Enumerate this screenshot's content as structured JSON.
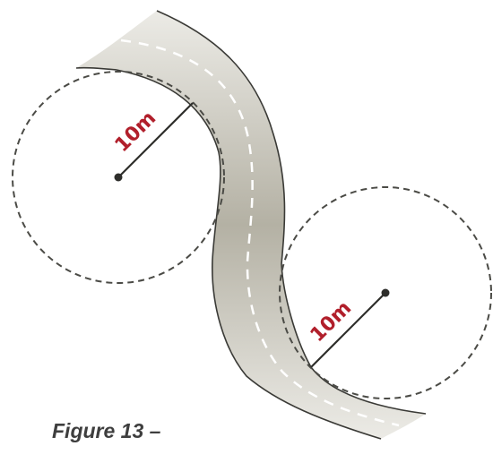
{
  "diagram": {
    "left_radius_label": "10m",
    "right_radius_label": "10m",
    "caption": "Figure 13 –"
  },
  "colors": {
    "road_light": "#ecebe6",
    "road_mid": "#d8d6cd",
    "road_dark": "#b4b1a4",
    "road_edge": "#3a3a36",
    "centre_line": "#ffffff",
    "circle_stroke": "#4b4b46",
    "radius_line": "#2e2e2b",
    "radius_label": "#b11f2b",
    "caption_text": "#3e3e3e"
  }
}
